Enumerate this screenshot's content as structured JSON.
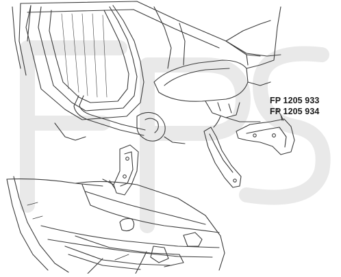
{
  "diagram": {
    "part_numbers": [
      "FP 1205 933",
      "FP 1205 934"
    ],
    "watermark_text": "FPS",
    "colors": {
      "line": "#3a3a3a",
      "watermark": "#ececec",
      "label": "#1a1a1a"
    }
  }
}
